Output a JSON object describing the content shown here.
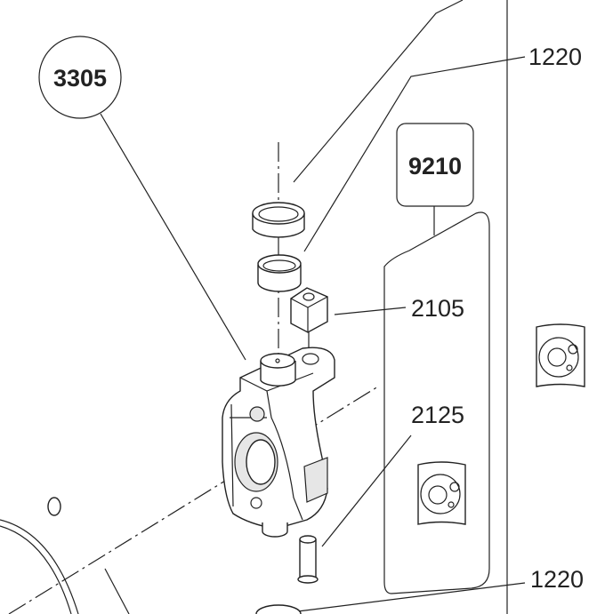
{
  "diagram": {
    "callouts": {
      "assembly": "3305",
      "kit": "9210",
      "bearing_top": "1220",
      "insert": "2105",
      "pin": "2125",
      "bearing_bottom": "1220"
    }
  }
}
